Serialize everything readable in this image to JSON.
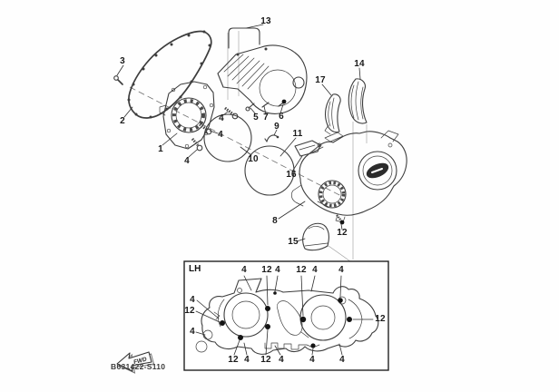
{
  "part_code": "B631422-S110",
  "fwd_label": "FWD",
  "inset": {
    "label": "LH",
    "callouts": [
      "4",
      "12",
      "4",
      "12",
      "4",
      "4",
      "4",
      "12",
      "4",
      "12",
      "12",
      "4",
      "12",
      "4",
      "4",
      "4"
    ]
  },
  "main_callouts": [
    "13",
    "3",
    "2",
    "1",
    "4",
    "4",
    "4",
    "5",
    "7",
    "6",
    "9",
    "10",
    "11",
    "14",
    "17",
    "16",
    "8",
    "12",
    "15"
  ],
  "colors": {
    "line": "#3d3d3d",
    "label": "#1a1a1a",
    "background": "#fefefe"
  }
}
